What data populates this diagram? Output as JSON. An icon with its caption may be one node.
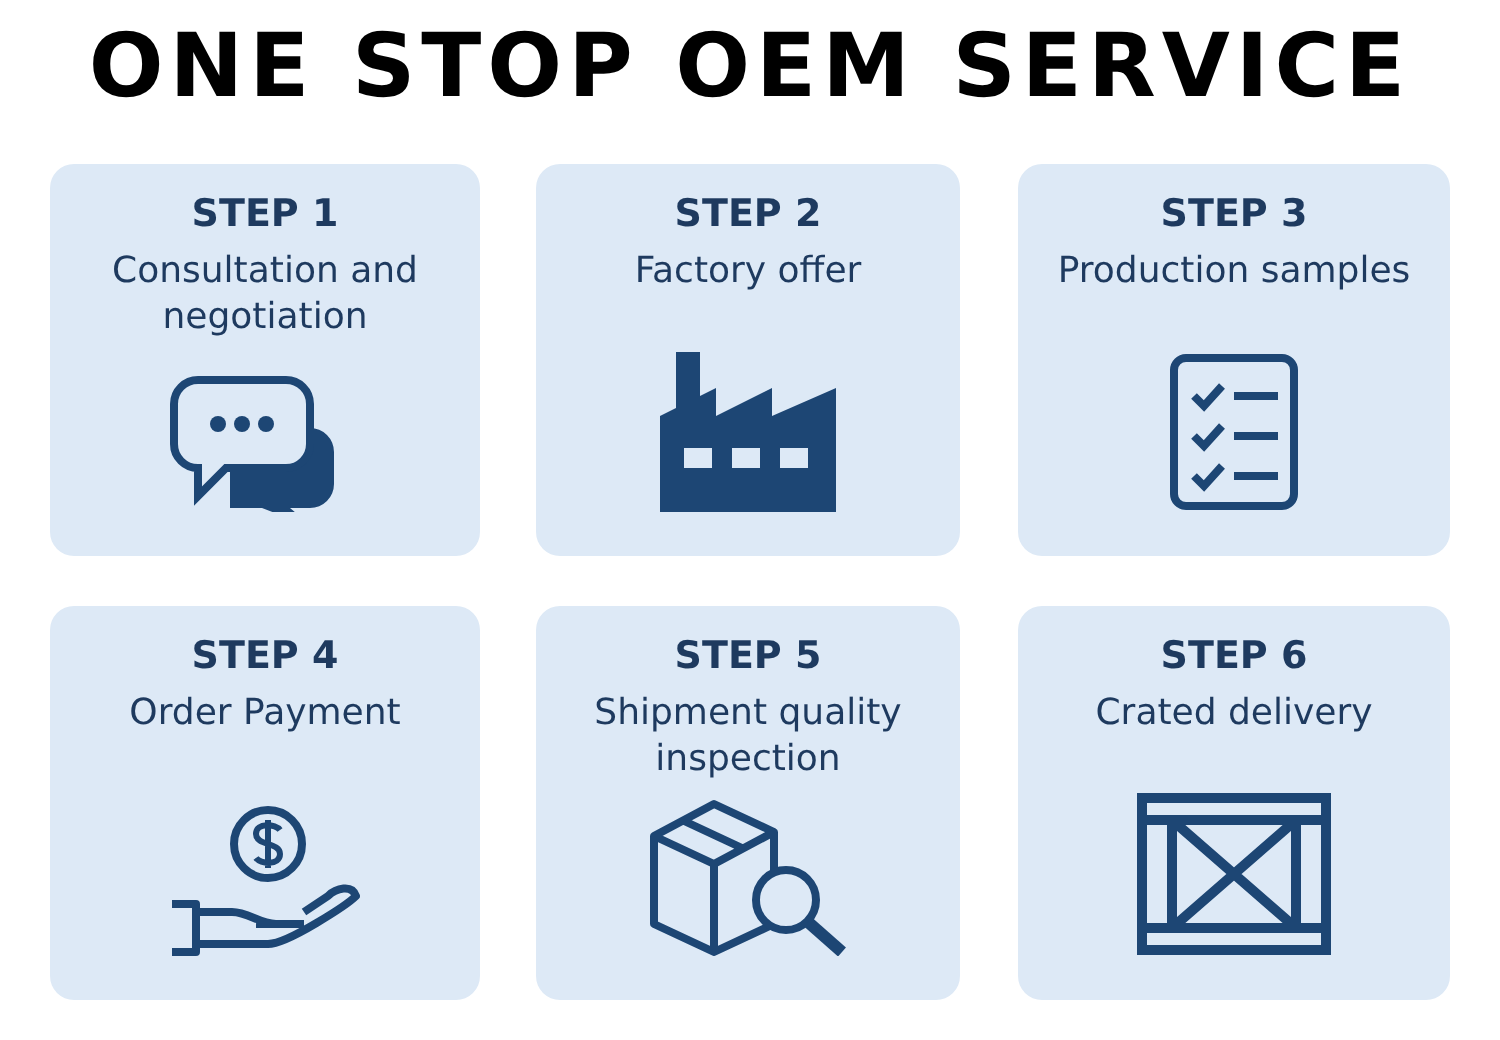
{
  "diagram": {
    "title": "ONE STOP OEM SERVICE",
    "nodes": [
      {
        "text": [
          "STEP 1",
          "Consultation and negotiation"
        ]
      },
      {
        "text": [
          "STEP 2",
          "Factory offer"
        ]
      },
      {
        "text": [
          "STEP 3",
          "Production samples"
        ]
      },
      {
        "text": [
          "STEP 4",
          "Order Payment"
        ]
      },
      {
        "text": [
          "STEP 5",
          "Shipment quality inspection"
        ]
      },
      {
        "text": [
          "STEP 6",
          "Crated delivery"
        ]
      }
    ],
    "edges": []
  }
}
